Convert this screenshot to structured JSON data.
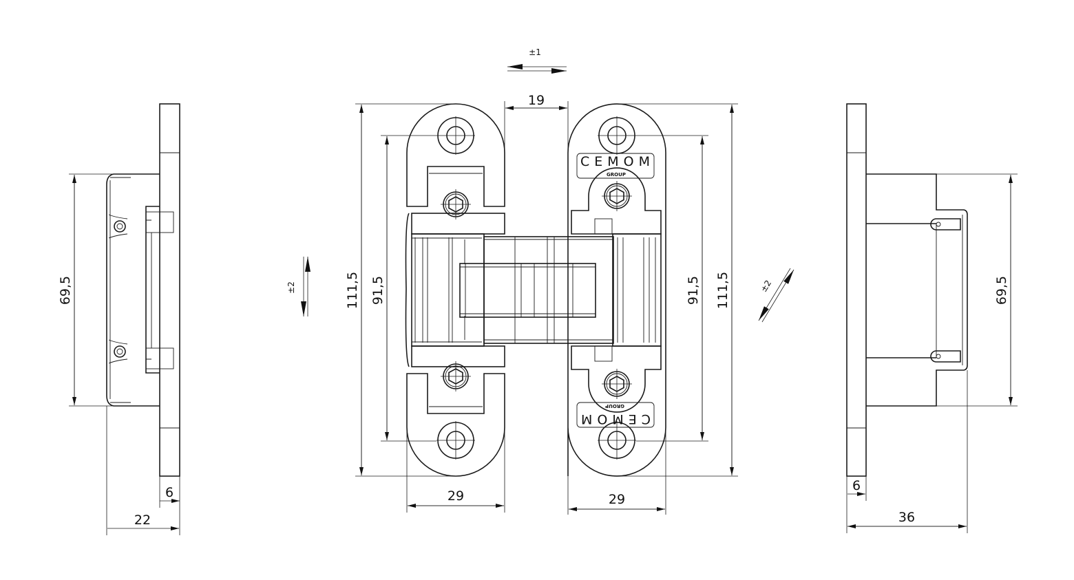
{
  "drawing": {
    "adjustments": {
      "horizontal": "±1",
      "vertical": "±2",
      "depth": "±2"
    },
    "dimensions": {
      "gap": "19",
      "overall_height_left": "111,5",
      "overall_height_right": "111,5",
      "hole_spacing_left": "91,5",
      "hole_spacing_right": "91,5",
      "leaf_width_left": "29",
      "leaf_width_right": "29",
      "body_height_left_view": "69,5",
      "body_height_right_view": "69,5",
      "plate_thickness_left": "6",
      "plate_thickness_right": "6",
      "depth_left_view": "22",
      "depth_right_view": "36"
    },
    "logo": {
      "brand": "CEMOM",
      "sub": "GROUP"
    }
  }
}
